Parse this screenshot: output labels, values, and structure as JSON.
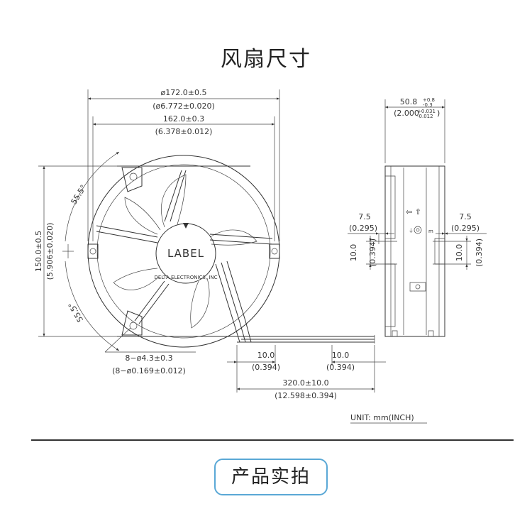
{
  "title": "风扇尺寸",
  "front": {
    "dia_outer": "ø172.0±0.5",
    "dia_outer_inch": "(ø6.772±0.020)",
    "width": "162.0±0.3",
    "width_inch": "(6.378±0.012)",
    "height": "150.0±0.5",
    "height_inch": "(5.906±0.020)",
    "angle_top": "55.5°",
    "angle_bottom": "55.5°",
    "holes": "8−ø4.3±0.3",
    "holes_inch": "(8−ø0.169±0.012)",
    "label": "LABEL",
    "brand": "DELTA ELECTRONICS, INC"
  },
  "side": {
    "depth": "50.8",
    "depth_tol_plus": "+0.8",
    "depth_tol_minus": "-0.3",
    "depth_inch": "(2.000",
    "depth_inch_tol_plus": "+0.031",
    "depth_inch_tol_minus": "-0.012",
    "depth_inch_close": ")",
    "left_offset": "7.5",
    "left_offset_inch": "(0.295)",
    "right_offset": "7.5",
    "right_offset_inch": "(0.295)",
    "left_slot": "10.0",
    "left_slot_inch": "(0.394)",
    "right_slot": "10.0",
    "right_slot_inch": "(0.394)"
  },
  "leads": {
    "left": "10.0",
    "left_inch": "(0.394)",
    "right": "10.0",
    "right_inch": "(0.394)",
    "length": "320.0±10.0",
    "length_inch": "(12.598±0.394)"
  },
  "unit": "UNIT:  mm(INCH)",
  "photo_button": "产品实拍"
}
